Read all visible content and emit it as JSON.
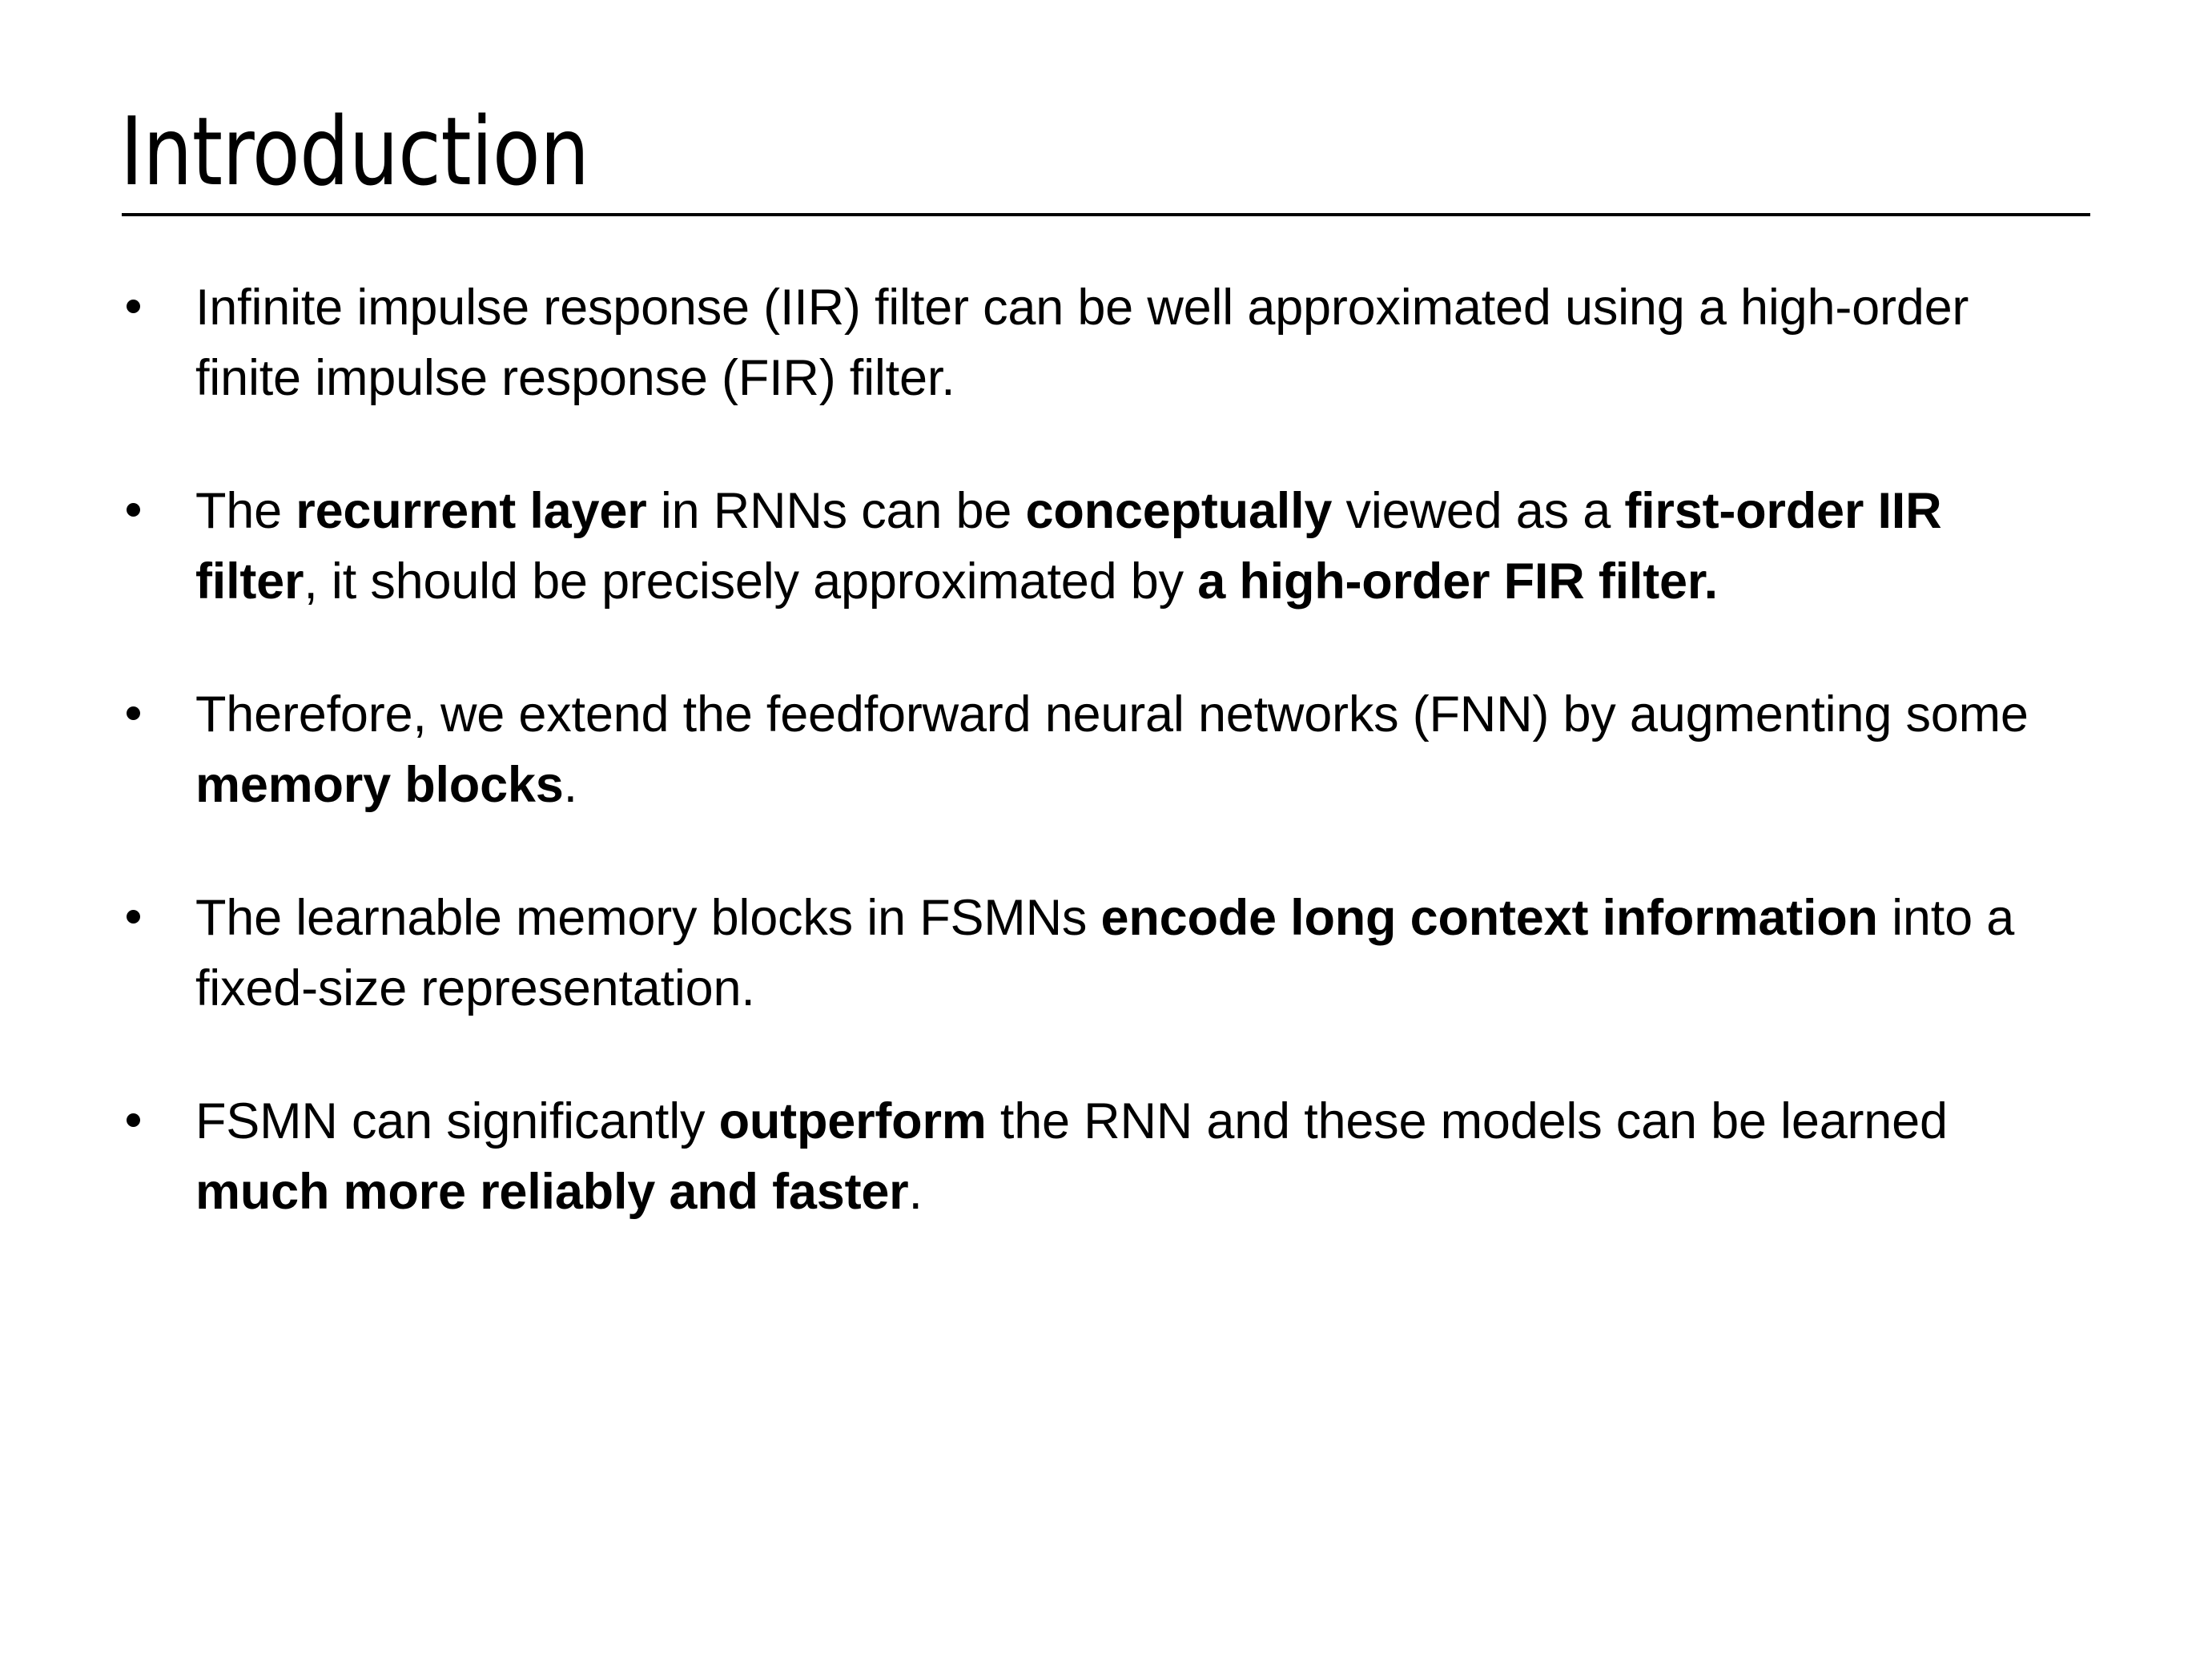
{
  "slide": {
    "title": "Introduction",
    "background_color": "#ffffff",
    "text_color": "#000000",
    "divider": {
      "color": "#000000"
    },
    "bullets": [
      {
        "marker": "bullet-dot",
        "segments": [
          {
            "text": "Infinite impulse response (IIR) filter can be well approximated using a high-order finite impulse response (FIR) filter.",
            "bold": false
          }
        ],
        "plain_text": "Infinite impulse response (IIR) filter can be well approximated using a high-order finite impulse response (FIR) filter."
      },
      {
        "marker": "bullet-dot",
        "segments": [
          {
            "text": "The ",
            "bold": false
          },
          {
            "text": "recurrent layer",
            "bold": true
          },
          {
            "text": " in RNNs can be ",
            "bold": false
          },
          {
            "text": "conceptually",
            "bold": true
          },
          {
            "text": " viewed as a ",
            "bold": false
          },
          {
            "text": "first-order IIR filter",
            "bold": true
          },
          {
            "text": ", it should be precisely approximated by ",
            "bold": false
          },
          {
            "text": "a high-order FIR filter.",
            "bold": true
          }
        ],
        "plain_text": "The recurrent layer in RNNs can be conceptually viewed as a first-order IIR filter, it should be precisely approximated by a high-order FIR filter."
      },
      {
        "marker": "bullet-dot",
        "segments": [
          {
            "text": "Therefore, we extend the feedforward neural networks (FNN) by augmenting some ",
            "bold": false
          },
          {
            "text": "memory blocks",
            "bold": true
          },
          {
            "text": ".",
            "bold": false
          }
        ],
        "plain_text": "Therefore, we extend the feedforward neural networks (FNN) by augmenting some memory blocks."
      },
      {
        "marker": "bullet-dot",
        "segments": [
          {
            "text": "The learnable memory blocks in FSMNs ",
            "bold": false
          },
          {
            "text": "encode long context information",
            "bold": true
          },
          {
            "text": " into a fixed-size representation.",
            "bold": false
          }
        ],
        "plain_text": "The learnable memory blocks in FSMNs encode long context information into a fixed-size representation."
      },
      {
        "marker": "bullet-dot",
        "segments": [
          {
            "text": "FSMN can significantly ",
            "bold": false
          },
          {
            "text": "outperform",
            "bold": true
          },
          {
            "text": " the RNN and these models can be learned ",
            "bold": false
          },
          {
            "text": "much more reliably and faster",
            "bold": true
          },
          {
            "text": ".",
            "bold": false
          }
        ],
        "plain_text": "FSMN can significantly outperform the RNN and these models can be learned much more reliably and faster."
      }
    ]
  }
}
